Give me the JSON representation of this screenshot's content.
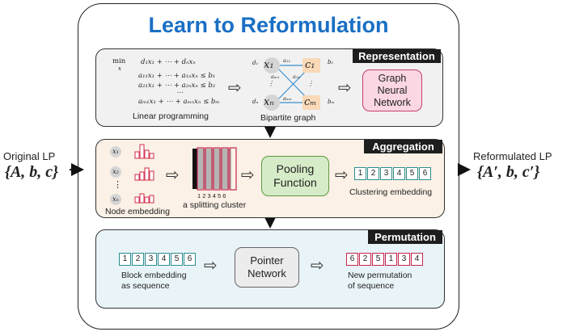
{
  "title": "Learn to Reformulation",
  "left": {
    "label": "Original LP",
    "math": "{A, b, c}"
  },
  "right": {
    "label": "Reformulated LP",
    "math": "{A′, b, c′}"
  },
  "representation": {
    "tag": "Representation",
    "lp_min": "min",
    "lp_x": "x",
    "lp_lines": [
      "d₁x₁ + ⋯ + dₙxₙ",
      "a₁₁x₁ + ⋯ + a₁ₙxₙ ≤ b₁",
      "a₂₁x₁ + ⋯ + a₂ₙxₙ ≤ b₂",
      "⋯",
      "aₘ₁x₁ + ⋯ + aₘₙxₙ ≤ bₘ"
    ],
    "lp_caption": "Linear programming",
    "bipartite_caption": "Bipartite graph",
    "nodes": {
      "x1": "x₁",
      "xn": "xₙ",
      "c1": "c₁",
      "cm": "cₘ"
    },
    "side_labels": {
      "d1": "d₁",
      "dn": "dₙ",
      "b1": "b₁",
      "bm": "bₘ"
    },
    "edge_labels": {
      "a11": "a₁₁",
      "am1": "aₘ₁",
      "a1n": "a₁ₙ",
      "amn": "aₘₙ"
    },
    "vdots": "⋮",
    "gnn_line1": "Graph",
    "gnn_line2": "Neural",
    "gnn_line3": "Network"
  },
  "aggregation": {
    "tag": "Aggregation",
    "nodes": [
      "x₁",
      "x₂",
      "⋮",
      "xₙ"
    ],
    "node_caption": "Node embedding",
    "split_numbers": "1 2 3 4 5 6",
    "split_caption": "a splitting cluster",
    "pool_line1": "Pooling",
    "pool_line2": "Function",
    "cluster_cells": [
      "1",
      "2",
      "3",
      "4",
      "5",
      "6"
    ],
    "cluster_caption": "Clustering embedding"
  },
  "permutation": {
    "tag": "Permutation",
    "block_cells": [
      "1",
      "2",
      "3",
      "4",
      "5",
      "6"
    ],
    "block_caption1": "Block embedding",
    "block_caption2": "as sequence",
    "pointer_line1": "Pointer",
    "pointer_line2": "Network",
    "perm_cells": [
      "6",
      "2",
      "5",
      "1",
      "3",
      "4"
    ],
    "perm_caption1": "New permutation",
    "perm_caption2": "of sequence"
  },
  "colors": {
    "title": "#1a6fc4",
    "teal": "#2b8d8f",
    "red": "#c8244b",
    "gnn": "#fbd7e3",
    "pool": "#d6ecc8"
  }
}
